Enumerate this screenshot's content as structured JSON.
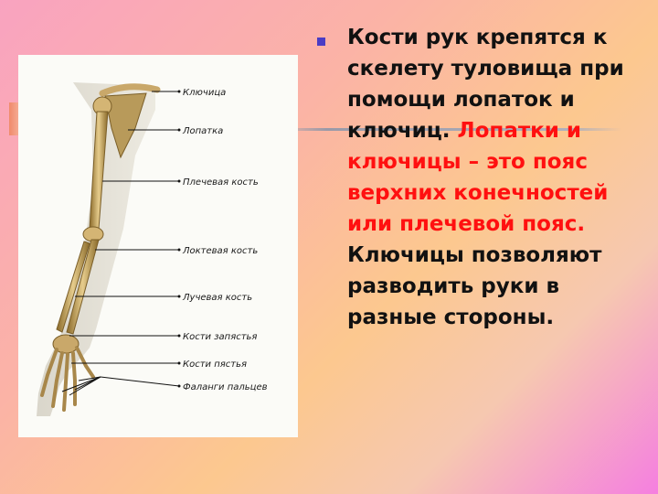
{
  "slide": {
    "paragraph_black_1": "Кости рук крепятся к скелету туловища  при помощи лопаток и ключиц.",
    "paragraph_red": "Лопатки и ключицы – это пояс верхних конечностей или плечевой пояс.",
    "paragraph_black_2": "Ключицы позволяют разводить руки в разные стороны."
  },
  "figure": {
    "labels": {
      "clavicle": "Ключица",
      "scapula": "Лопатка",
      "humerus": "Плечевая кость",
      "ulna": "Локтевая кость",
      "radius": "Лучевая кость",
      "carpals": "Кости запястья",
      "metacarpals": "Кости пястья",
      "phalanges": "Фаланги пальцев"
    }
  },
  "colors": {
    "text": "#111111",
    "highlight": "#ff1010",
    "bullet": "#4a3cc4",
    "bone": "#c9a86a"
  }
}
